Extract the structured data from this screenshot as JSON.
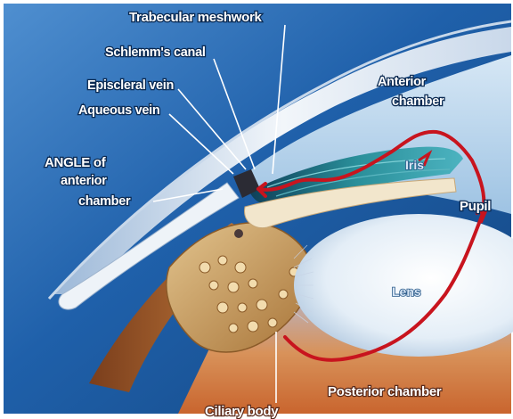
{
  "labels": {
    "trabecular_meshwork": "Trabecular meshwork",
    "schlemms_canal": "Schlemm's canal",
    "episcleral_vein": "Episcleral vein",
    "aqueous_vein": "Aqueous vein",
    "angle_line1": "ANGLE of",
    "angle_line2": "anterior",
    "angle_line3": "chamber",
    "anterior_chamber_line1": "Anterior",
    "anterior_chamber_line2": "chamber",
    "iris": "Iris",
    "pupil": "Pupil",
    "lens": "Lens",
    "posterior_chamber": "Posterior chamber",
    "ciliary_body": "Ciliary body"
  },
  "colors": {
    "background_blue": "#1d5fa8",
    "cornea_white": "#eef3f8",
    "aqueous_flow_red": "#c8141e",
    "ciliary_tan": "#c69a55",
    "posterior_orange": "#d9803c"
  }
}
